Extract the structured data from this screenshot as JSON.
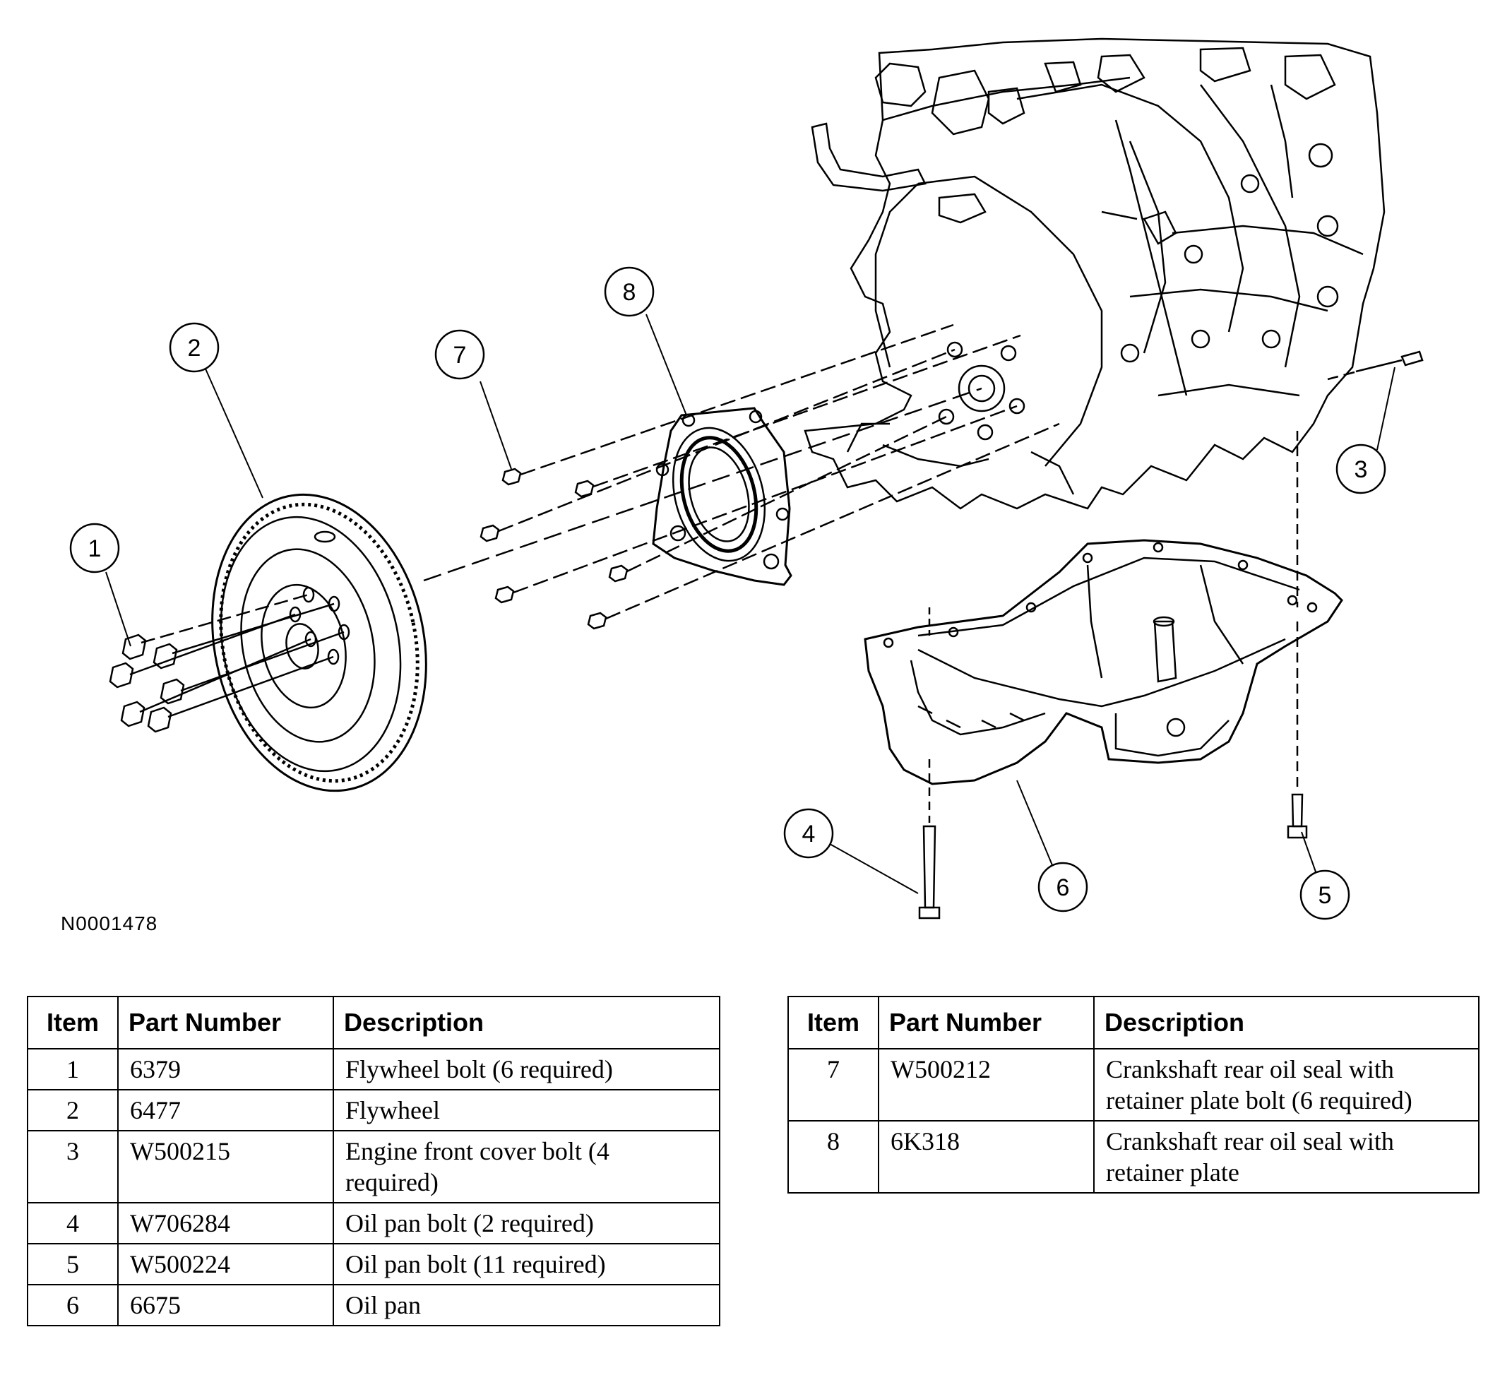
{
  "figure_id": "N0001478",
  "callouts": [
    "1",
    "2",
    "3",
    "4",
    "5",
    "6",
    "7",
    "8"
  ],
  "table_headers": {
    "item": "Item",
    "part_number": "Part Number",
    "description": "Description"
  },
  "parts_left": [
    {
      "item": "1",
      "part_number": "6379",
      "description": "Flywheel bolt (6 required)"
    },
    {
      "item": "2",
      "part_number": "6477",
      "description": "Flywheel"
    },
    {
      "item": "3",
      "part_number": "W500215",
      "description": "Engine front cover bolt (4 required)"
    },
    {
      "item": "4",
      "part_number": "W706284",
      "description": "Oil pan bolt (2 required)"
    },
    {
      "item": "5",
      "part_number": "W500224",
      "description": "Oil pan bolt (11 required)"
    },
    {
      "item": "6",
      "part_number": "6675",
      "description": "Oil pan"
    }
  ],
  "parts_right": [
    {
      "item": "7",
      "part_number": "W500212",
      "description": "Crankshaft rear oil seal with retainer plate bolt (6 required)"
    },
    {
      "item": "8",
      "part_number": "6K318",
      "description": "Crankshaft rear oil seal with retainer plate"
    }
  ]
}
